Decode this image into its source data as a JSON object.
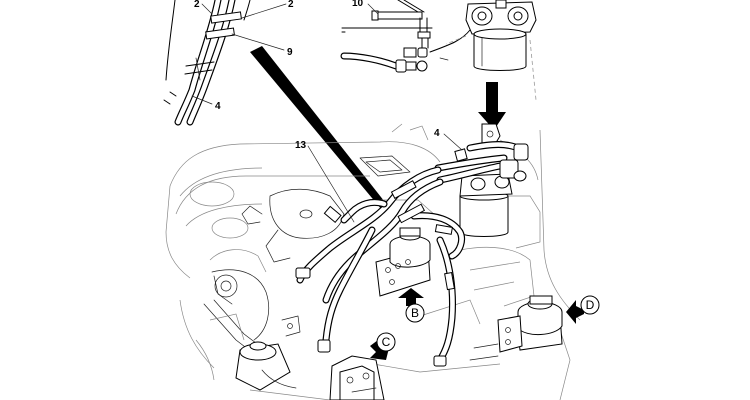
{
  "callouts": {
    "c2_left": "2",
    "c2_right": "2",
    "c9": "9",
    "c4_upper": "4",
    "c10": "10",
    "c13": "13",
    "c4_filter": "4"
  },
  "view_markers": {
    "b": "B",
    "c": "C",
    "d": "D"
  },
  "colors": {
    "line": "#000000",
    "background": "#ffffff"
  }
}
